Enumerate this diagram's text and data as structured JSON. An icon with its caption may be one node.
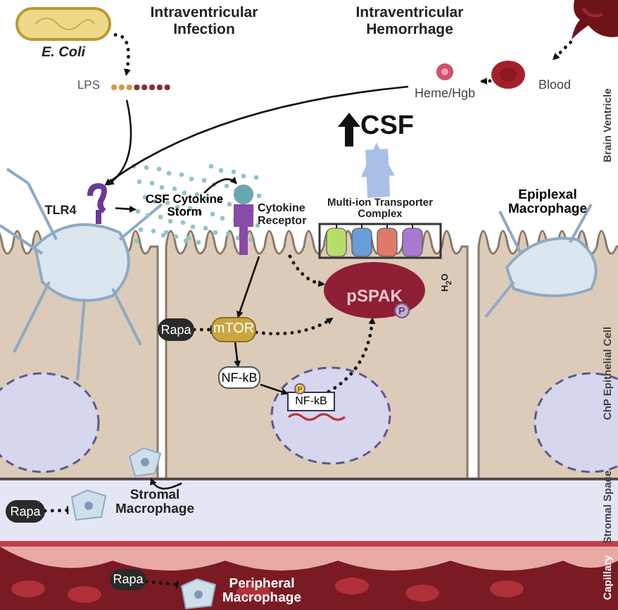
{
  "diagram": {
    "nodes": [
      {
        "text": [
          "E. Coli"
        ]
      },
      {
        "text": [
          "LPS"
        ]
      },
      {
        "text": [],
        "shape": "picture"
      },
      {
        "text": [
          "Blood"
        ]
      },
      {
        "text": [
          "Heme/Hgb"
        ]
      },
      {
        "text": [
          "TLR4"
        ]
      },
      {
        "text": [
          "CSF Cytokine Storm"
        ]
      },
      {
        "text": [
          "Cytokine Receptor"
        ]
      },
      {
        "text": [
          "Rapa"
        ]
      },
      {
        "text": [
          "mTOR"
        ]
      },
      {
        "text": [
          "NF-kB"
        ]
      },
      {
        "text": [
          "NF-kB"
        ]
      },
      {
        "text": [
          "Multi-ion Transporter Complex"
        ]
      },
      {
        "text": [
          "pSPAK"
        ]
      },
      {
        "text": [
          "CSF"
        ]
      },
      {
        "text": [
          "Epiplexal Macrophage"
        ]
      },
      {
        "text": [],
        "shape": "picture"
      },
      {
        "text": [
          "Stromal Macrophage"
        ]
      },
      {
        "text": [
          "Rapa"
        ]
      },
      {
        "text": [
          "Peripheral Macrophage"
        ]
      },
      {
        "text": [
          "Rapa"
        ]
      }
    ],
    "edges": [
      {
        "from": 0,
        "to": 1,
        "arrow": "to",
        "style": "dashed"
      },
      {
        "from": 2,
        "to": 3,
        "arrow": "to",
        "style": "dashed"
      },
      {
        "from": 3,
        "to": 4,
        "arrow": "to",
        "style": "dashed"
      },
      {
        "from": 1,
        "to": 5,
        "arrow": "to"
      },
      {
        "from": 4,
        "to": 5,
        "arrow": "to"
      },
      {
        "from": 5,
        "to": 6,
        "arrow": "to"
      },
      {
        "from": 6,
        "to": 7,
        "arrow": "to"
      },
      {
        "from": 7,
        "to": 9,
        "arrow": "to"
      },
      {
        "from": 8,
        "to": 9,
        "arrow": "other",
        "style": "dashed"
      },
      {
        "from": 9,
        "to": 10,
        "arrow": "to"
      },
      {
        "from": 10,
        "to": 11,
        "arrow": "to"
      },
      {
        "from": 7,
        "to": 13,
        "arrow": "to",
        "style": "dashed"
      },
      {
        "from": 9,
        "to": 13,
        "arrow": "to",
        "style": "dashed"
      },
      {
        "from": 11,
        "to": 13,
        "arrow": "to",
        "style": "dashed"
      },
      {
        "from": 12,
        "to": 14,
        "arrow": "to",
        "style": "thick",
        "color": "#aabfe6"
      },
      {
        "from": 17,
        "to": 16,
        "arrow": "to"
      },
      {
        "from": 18,
        "to": 17,
        "arrow": "other",
        "style": "dashed"
      },
      {
        "from": 20,
        "to": 19,
        "arrow": "other",
        "style": "dashed"
      }
    ],
    "labels": [
      "Intraventricular Infection",
      "Intraventricular Hemorrhage",
      "H$_{2}$O",
      "P",
      "P",
      "Brain Ventricle",
      "ChP Epithelial Cell",
      "Stromal Space",
      "Capillary"
    ]
  }
}
